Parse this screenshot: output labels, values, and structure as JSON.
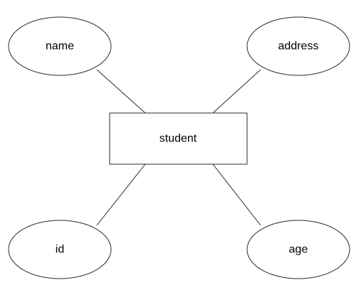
{
  "entity": {
    "label": "student"
  },
  "attributes": {
    "name": "name",
    "address": "address",
    "id": "id",
    "age": "age"
  },
  "colors": {
    "stroke": "#2a2a2a",
    "fill": "#ffffff",
    "text": "#000000"
  }
}
